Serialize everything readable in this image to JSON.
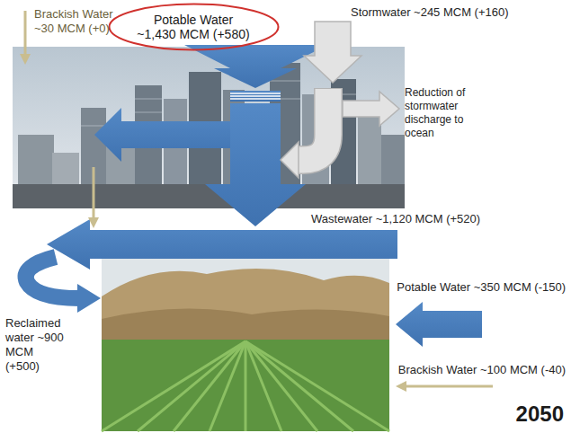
{
  "diagram": {
    "nodes": [
      {
        "text": [
          "Potable Water ~1,430 MCM (+580)"
        ]
      }
    ],
    "labels": [
      "Stormwater ~245 MCM (+160)",
      "Brackish Water ~30 MCM (+0)",
      "Reduction of stormwater discharge to ocean",
      "Wastewater ~1,120 MCM (+520)",
      "Reclaimed water ~900 MCM (+500)",
      "Potable Water ~350 MCM (-150)",
      "Brackish Water ~100 MCM (-40)",
      "2050"
    ]
  }
}
